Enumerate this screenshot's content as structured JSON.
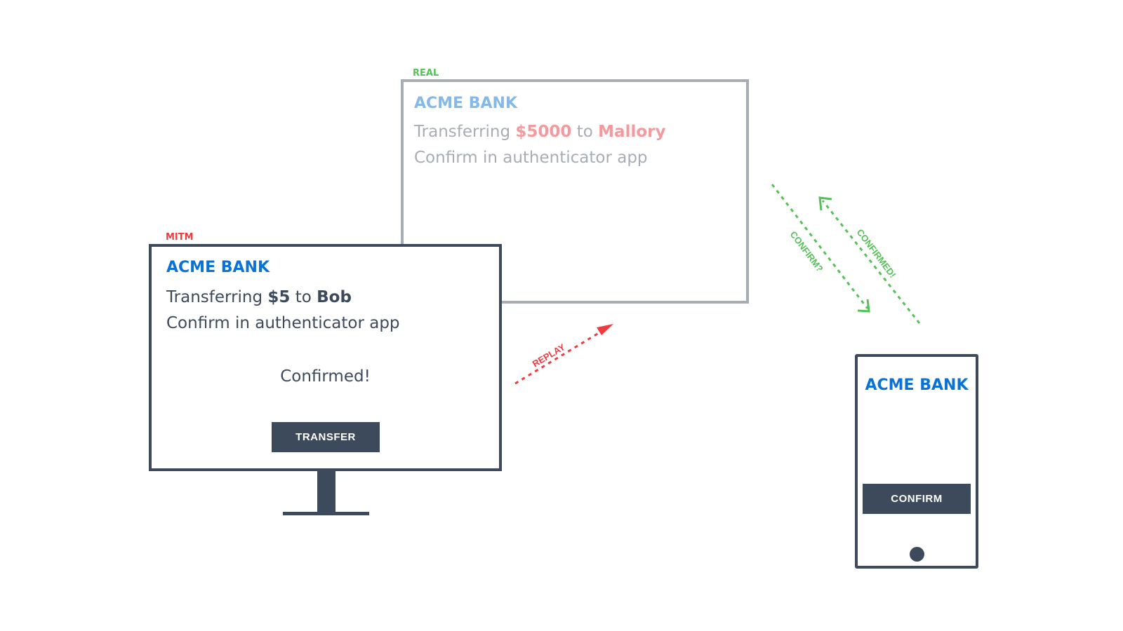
{
  "real": {
    "tag": "REAL",
    "bank": "ACME BANK",
    "line1_prefix": "Transferring ",
    "line1_amount": "$5000",
    "line1_mid": " to ",
    "line1_recipient": "Mallory",
    "line2": "Confirm in authenticator app"
  },
  "mitm": {
    "tag": "MITM",
    "bank": "ACME BANK",
    "line1_prefix": "Transferring ",
    "line1_amount": "$5",
    "line1_mid": " to ",
    "line1_recipient": "Bob",
    "line2": "Confirm in authenticator app",
    "status": "Confirmed!",
    "button_label": "TRANSFER"
  },
  "phone": {
    "bank": "ACME BANK",
    "button_label": "CONFIRM"
  },
  "arrows": {
    "replay": "REPLAY",
    "confirm_q": "CONFIRM?",
    "confirmed": "CONFIRMED!"
  },
  "colors": {
    "dark": "#3d4a5c",
    "blue": "#0a72d6",
    "light_blue": "#84b9ea",
    "red": "#ef3a3f",
    "light_red": "#f59a9c",
    "green": "#55c157",
    "gray": "#a8adb5"
  }
}
